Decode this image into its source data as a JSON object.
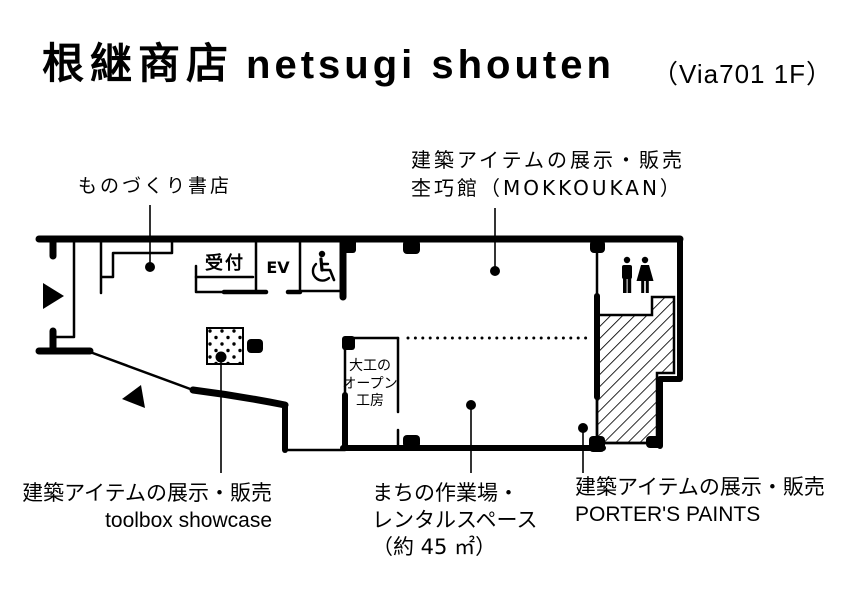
{
  "title": {
    "name_ja": "根継商店",
    "name_en": "netsugi shouten",
    "location": "（Via701 1F）"
  },
  "floor_plan": {
    "rooms": {
      "reception": "受付",
      "elevator": "EV",
      "workshop": [
        "大工の",
        "オープン",
        "工房"
      ]
    },
    "icons": [
      "entrance-arrow-icon",
      "wheelchair-accessible-icon",
      "restroom-icon",
      "display-shelf-dotted",
      "location-marker-dot"
    ]
  },
  "labels": {
    "bookstore": "ものづくり書店",
    "mokkoukan": [
      "建築アイテムの展示・販売",
      "杢巧館（MOKKOUKAN）"
    ],
    "toolbox": [
      "建築アイテムの展示・販売",
      "toolbox showcase"
    ],
    "workspace": [
      "まちの作業場・",
      "レンタルスペース",
      "（約 45 ㎡）"
    ],
    "porters": [
      "建築アイテムの展示・販売",
      "PORTER'S PAINTS"
    ]
  },
  "colors": {
    "ink": "#000000",
    "background": "#ffffff"
  }
}
